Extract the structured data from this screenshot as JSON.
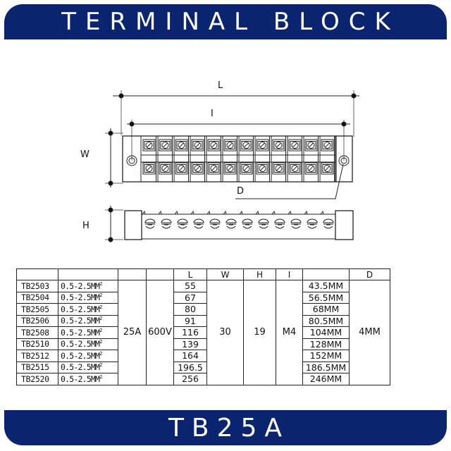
{
  "header": {
    "title": "TERMINAL BLOCK"
  },
  "footer": {
    "model": "TB25A"
  },
  "colors": {
    "banner": "#0b2470",
    "banner_text": "#ffffff",
    "line": "#222222"
  },
  "diagram": {
    "labels": {
      "L": "L",
      "I": "I",
      "W": "W",
      "D": "D",
      "H": "H"
    },
    "terminal_count": 12
  },
  "table": {
    "headers": [
      "",
      "",
      "",
      "",
      "L",
      "W",
      "H",
      "I",
      "",
      "D"
    ],
    "shared": {
      "current": "25A",
      "voltage": "600V",
      "W": "30",
      "H": "19",
      "I": "M4",
      "D": "4MM"
    },
    "rows": [
      {
        "model": "TB2503",
        "wire": "0.5-2.5MM",
        "L": "55",
        "hole_spacing": "43.5MM"
      },
      {
        "model": "TB2504",
        "wire": "0.5-2.5MM",
        "L": "67",
        "hole_spacing": "56.5MM"
      },
      {
        "model": "TB2505",
        "wire": "0.5-2.5MM",
        "L": "80",
        "hole_spacing": "68MM"
      },
      {
        "model": "TB2506",
        "wire": "0.5-2.5MM",
        "L": "91",
        "hole_spacing": "80.5MM"
      },
      {
        "model": "TB2508",
        "wire": "0.5-2.5MM",
        "L": "116",
        "hole_spacing": "104MM"
      },
      {
        "model": "TB2510",
        "wire": "0.5-2.5MM",
        "L": "139",
        "hole_spacing": "128MM"
      },
      {
        "model": "TB2512",
        "wire": "0.5-2.5MM",
        "L": "164",
        "hole_spacing": "152MM"
      },
      {
        "model": "TB2515",
        "wire": "0.5-2.5MM",
        "L": "196.5",
        "hole_spacing": "186.5MM"
      },
      {
        "model": "TB2520",
        "wire": "0.5-2.5MM",
        "L": "256",
        "hole_spacing": "246MM"
      }
    ],
    "wire_superscript": "2"
  }
}
